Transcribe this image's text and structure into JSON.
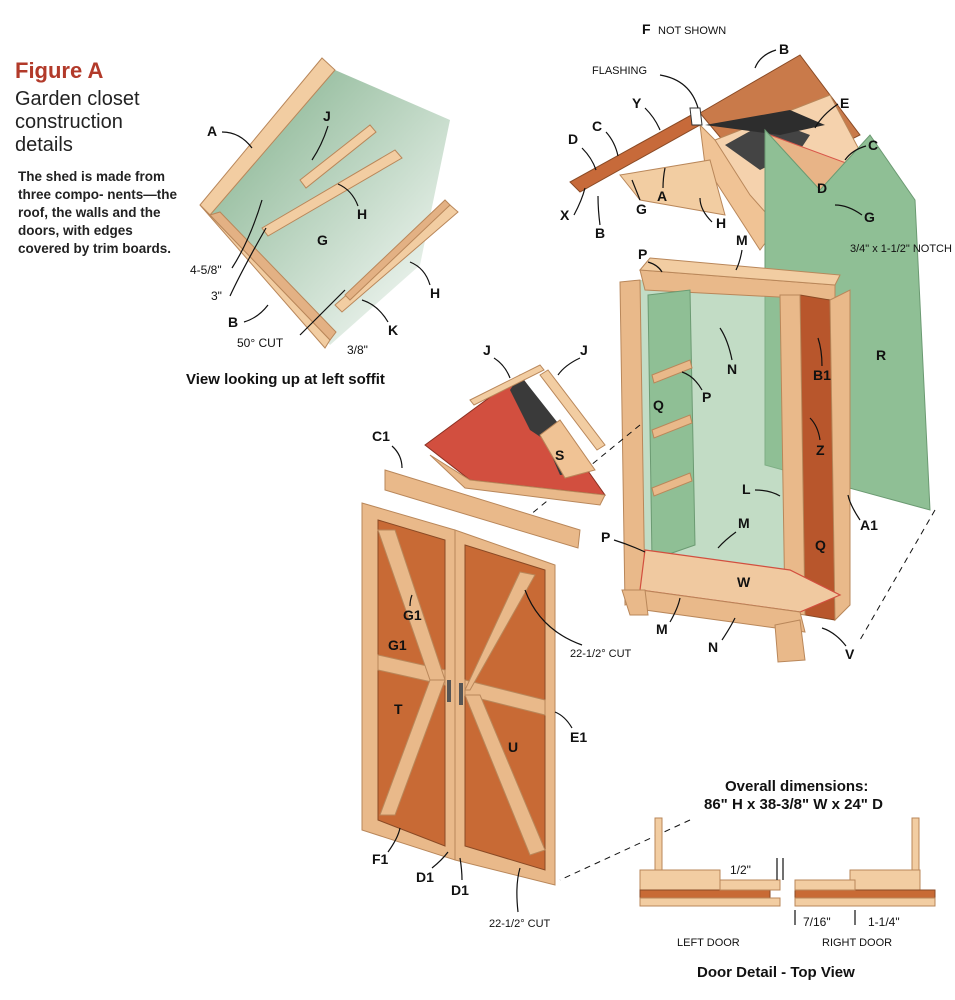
{
  "header": {
    "figure_label": "Figure A",
    "subtitle": "Garden closet construction details",
    "description": "The shed is made from three compo- nents—the roof, the walls and the doors, with edges covered by trim boards."
  },
  "soffit_view": {
    "caption": "View looking up at left soffit",
    "labels": {
      "A": "A",
      "J": "J",
      "H1": "H",
      "G": "G",
      "H2": "H",
      "K": "K",
      "B": "B"
    },
    "dims": {
      "d1": "4-5/8\"",
      "d2": "3\"",
      "d3": "3/8\"",
      "cut": "50° CUT"
    }
  },
  "roof": {
    "labels": {
      "B_top": "B",
      "E": "E",
      "C_right": "C",
      "D_right": "D",
      "G_right": "G",
      "Y": "Y",
      "D_left": "D",
      "C_left": "C",
      "X": "X",
      "B_left": "B",
      "G_left": "G",
      "A": "A",
      "H": "H"
    },
    "not_shown": "NOT SHOWN",
    "not_shown_letter": "F",
    "flashing": "FLASHING",
    "notch": "3/4\" x 1-1/2\" NOTCH"
  },
  "walls": {
    "labels": {
      "P_top": "P",
      "M_top": "M",
      "N_top": "N",
      "B1": "B1",
      "R": "R",
      "Q_left": "Q",
      "P_mid": "P",
      "Z": "Z",
      "L": "L",
      "A1": "A1",
      "M_bot": "M",
      "Q_right": "Q",
      "P_bot": "P",
      "W": "W",
      "M_low": "M",
      "N_low": "N",
      "V": "V"
    }
  },
  "gable": {
    "labels": {
      "J1": "J",
      "J2": "J",
      "S": "S",
      "C1": "C1"
    }
  },
  "doors": {
    "labels": {
      "G1": "G1",
      "T": "T",
      "U": "U",
      "E1": "E1",
      "F1": "F1",
      "D1a": "D1",
      "D1b": "D1"
    },
    "cut_top": "22-1/2° CUT",
    "cut_bottom": "22-1/2° CUT"
  },
  "dimensions": {
    "title": "Overall dimensions:",
    "value": "86\" H x 38-3/8\" W x 24\" D"
  },
  "door_detail": {
    "title": "Door Detail - Top View",
    "left": "LEFT DOOR",
    "right": "RIGHT DOOR",
    "gap": "1/2\"",
    "d1": "7/16\"",
    "d2": "1-1/4\""
  },
  "colors": {
    "wood": "#e9b98a",
    "wood_dark": "#c98a5a",
    "panel": "#c86a35",
    "green": "#8fbf95",
    "red": "#d24f3f",
    "title_red": "#b23a2a"
  }
}
